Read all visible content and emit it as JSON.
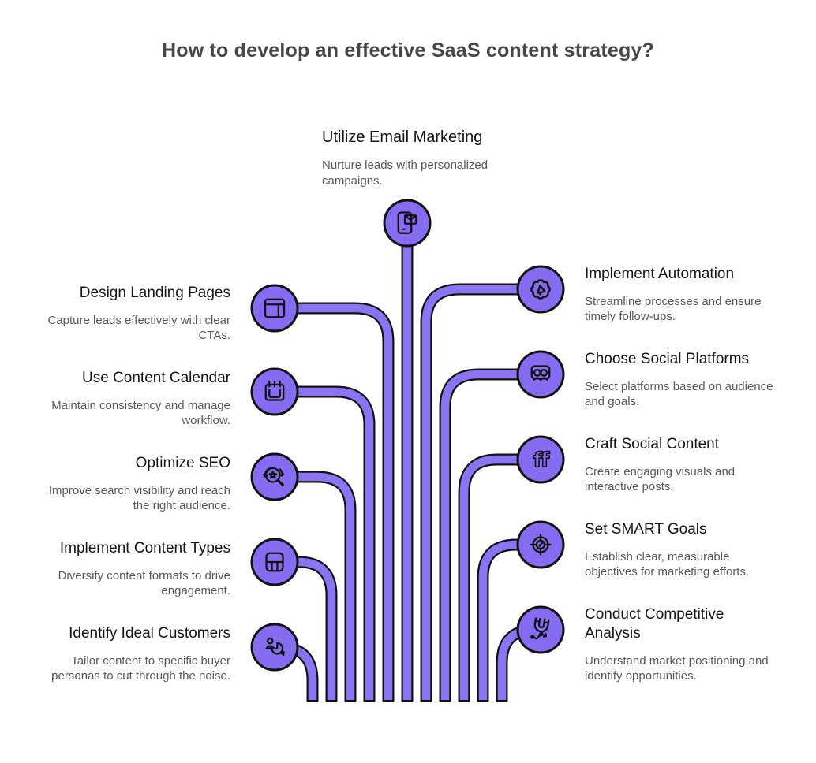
{
  "title": "How to develop an effective SaaS content strategy?",
  "colors": {
    "accent_purple": "#866cf0",
    "tube_purple": "#8a74f2",
    "outline_black": "#121212",
    "title_gray": "#474747",
    "heading_dark": "#141414",
    "body_gray": "#55585c",
    "background": "#ffffff"
  },
  "center_item": {
    "heading": "Utilize Email Marketing",
    "description": "Nurture leads with personalized campaigns.",
    "icon": "email-marketing-icon"
  },
  "left_items": [
    {
      "heading": "Design Landing Pages",
      "description": "Capture leads effectively with clear CTAs.",
      "icon": "landing-page-icon"
    },
    {
      "heading": "Use Content Calendar",
      "description": "Maintain consistency and manage workflow.",
      "icon": "content-calendar-icon"
    },
    {
      "heading": "Optimize SEO",
      "description": "Improve search visibility and reach the right audience.",
      "icon": "seo-search-icon"
    },
    {
      "heading": "Implement Content Types",
      "description": "Diversify content formats to drive engagement.",
      "icon": "content-types-grid-icon"
    },
    {
      "heading": "Identify Ideal Customers",
      "description": "Tailor content to specific buyer personas to cut through the noise.",
      "icon": "customer-persona-icon"
    }
  ],
  "right_items": [
    {
      "heading": "Implement Automation",
      "description": "Streamline processes and ensure timely follow-ups.",
      "icon": "automation-gear-icon"
    },
    {
      "heading": "Choose Social Platforms",
      "description": "Select platforms based on audience and goals.",
      "icon": "social-platforms-icon"
    },
    {
      "heading": "Craft Social Content",
      "description": "Create engaging visuals and interactive posts.",
      "icon": "social-content-ff-icon"
    },
    {
      "heading": "Set SMART Goals",
      "description": "Establish clear, measurable objectives for marketing efforts.",
      "icon": "smart-goals-target-icon"
    },
    {
      "heading": "Conduct Competitive Analysis",
      "description": "Understand market positioning and identify opportunities.",
      "icon": "competitive-analysis-magnet-icon"
    }
  ]
}
